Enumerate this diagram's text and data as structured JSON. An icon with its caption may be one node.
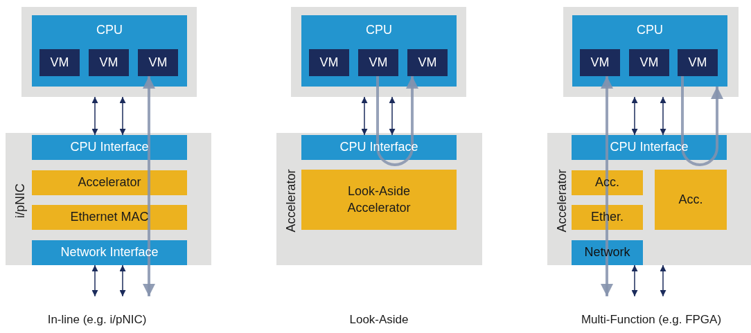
{
  "diagram": {
    "nodes": [
      {
        "text": [],
        "shape": "box"
      },
      {
        "text": [
          "CPU"
        ],
        "in": 0
      },
      {
        "text": [
          "VM"
        ],
        "in": 1
      },
      {
        "text": [
          "VM"
        ],
        "in": 1
      },
      {
        "text": [
          "VM"
        ],
        "in": 1
      },
      {
        "text": [
          "i/pNIC"
        ]
      },
      {
        "text": [
          "CPU Interface"
        ],
        "in": 5
      },
      {
        "text": [
          "Accelerator"
        ],
        "in": 5
      },
      {
        "text": [
          "Ethernet MAC"
        ],
        "in": 5
      },
      {
        "text": [
          "Network Interface"
        ],
        "in": 5
      },
      {
        "text": [],
        "shape": "box"
      },
      {
        "text": [
          "CPU"
        ],
        "in": 10
      },
      {
        "text": [
          "VM"
        ],
        "in": 11
      },
      {
        "text": [
          "VM"
        ],
        "in": 11
      },
      {
        "text": [
          "VM"
        ],
        "in": 11
      },
      {
        "text": [
          "Accelerator"
        ]
      },
      {
        "text": [
          "CPU Interface"
        ],
        "in": 15
      },
      {
        "text": [
          "Look-Aside Accelerator"
        ],
        "in": 15
      },
      {
        "text": [],
        "shape": "box"
      },
      {
        "text": [
          "CPU"
        ],
        "in": 18
      },
      {
        "text": [
          "VM"
        ],
        "in": 19
      },
      {
        "text": [
          "VM"
        ],
        "in": 19
      },
      {
        "text": [
          "VM"
        ],
        "in": 19
      },
      {
        "text": [
          "Accelerator"
        ]
      },
      {
        "text": [
          "CPU Interface"
        ],
        "in": 23
      },
      {
        "text": [
          "Acc."
        ],
        "in": 23
      },
      {
        "text": [
          "Ether."
        ],
        "in": 23
      },
      {
        "text": [
          "Acc."
        ],
        "in": 23
      },
      {
        "text": [
          "Network"
        ],
        "in": 23
      }
    ],
    "edges": [
      {
        "from": 0,
        "to": 6,
        "arrow": "both"
      },
      {
        "from": 0,
        "to": 6,
        "arrow": "both"
      },
      {
        "from": null,
        "to": 4,
        "arrow": "both",
        "style": "thick",
        "color": "#8592ad"
      },
      {
        "from": 9,
        "to": null,
        "arrow": "both"
      },
      {
        "from": 9,
        "to": null,
        "arrow": "both"
      },
      {
        "from": 10,
        "to": 16,
        "arrow": "both"
      },
      {
        "from": 10,
        "to": 16,
        "arrow": "both"
      },
      {
        "from": 13,
        "to": 16,
        "arrow": "none",
        "style": "thick",
        "color": "#8592ad"
      },
      {
        "from": 16,
        "to": 14,
        "arrow": "to",
        "style": "thick",
        "color": "#8592ad"
      },
      {
        "from": 18,
        "to": 24,
        "arrow": "both"
      },
      {
        "from": 18,
        "to": 24,
        "arrow": "both"
      },
      {
        "from": 20,
        "to": null,
        "arrow": "both",
        "style": "thick",
        "color": "#8592ad"
      },
      {
        "from": 22,
        "to": 24,
        "arrow": "none",
        "style": "thick",
        "color": "#8592ad"
      },
      {
        "from": 24,
        "to": 19,
        "arrow": "to",
        "style": "thick",
        "color": "#8592ad"
      },
      {
        "from": 28,
        "to": null,
        "arrow": "both"
      },
      {
        "from": 23,
        "to": null,
        "arrow": "both"
      }
    ],
    "labels": [
      "In-line (e.g. i/pNIC)",
      "Look-Aside",
      "Multi-Function (e.g. FPGA)"
    ]
  }
}
